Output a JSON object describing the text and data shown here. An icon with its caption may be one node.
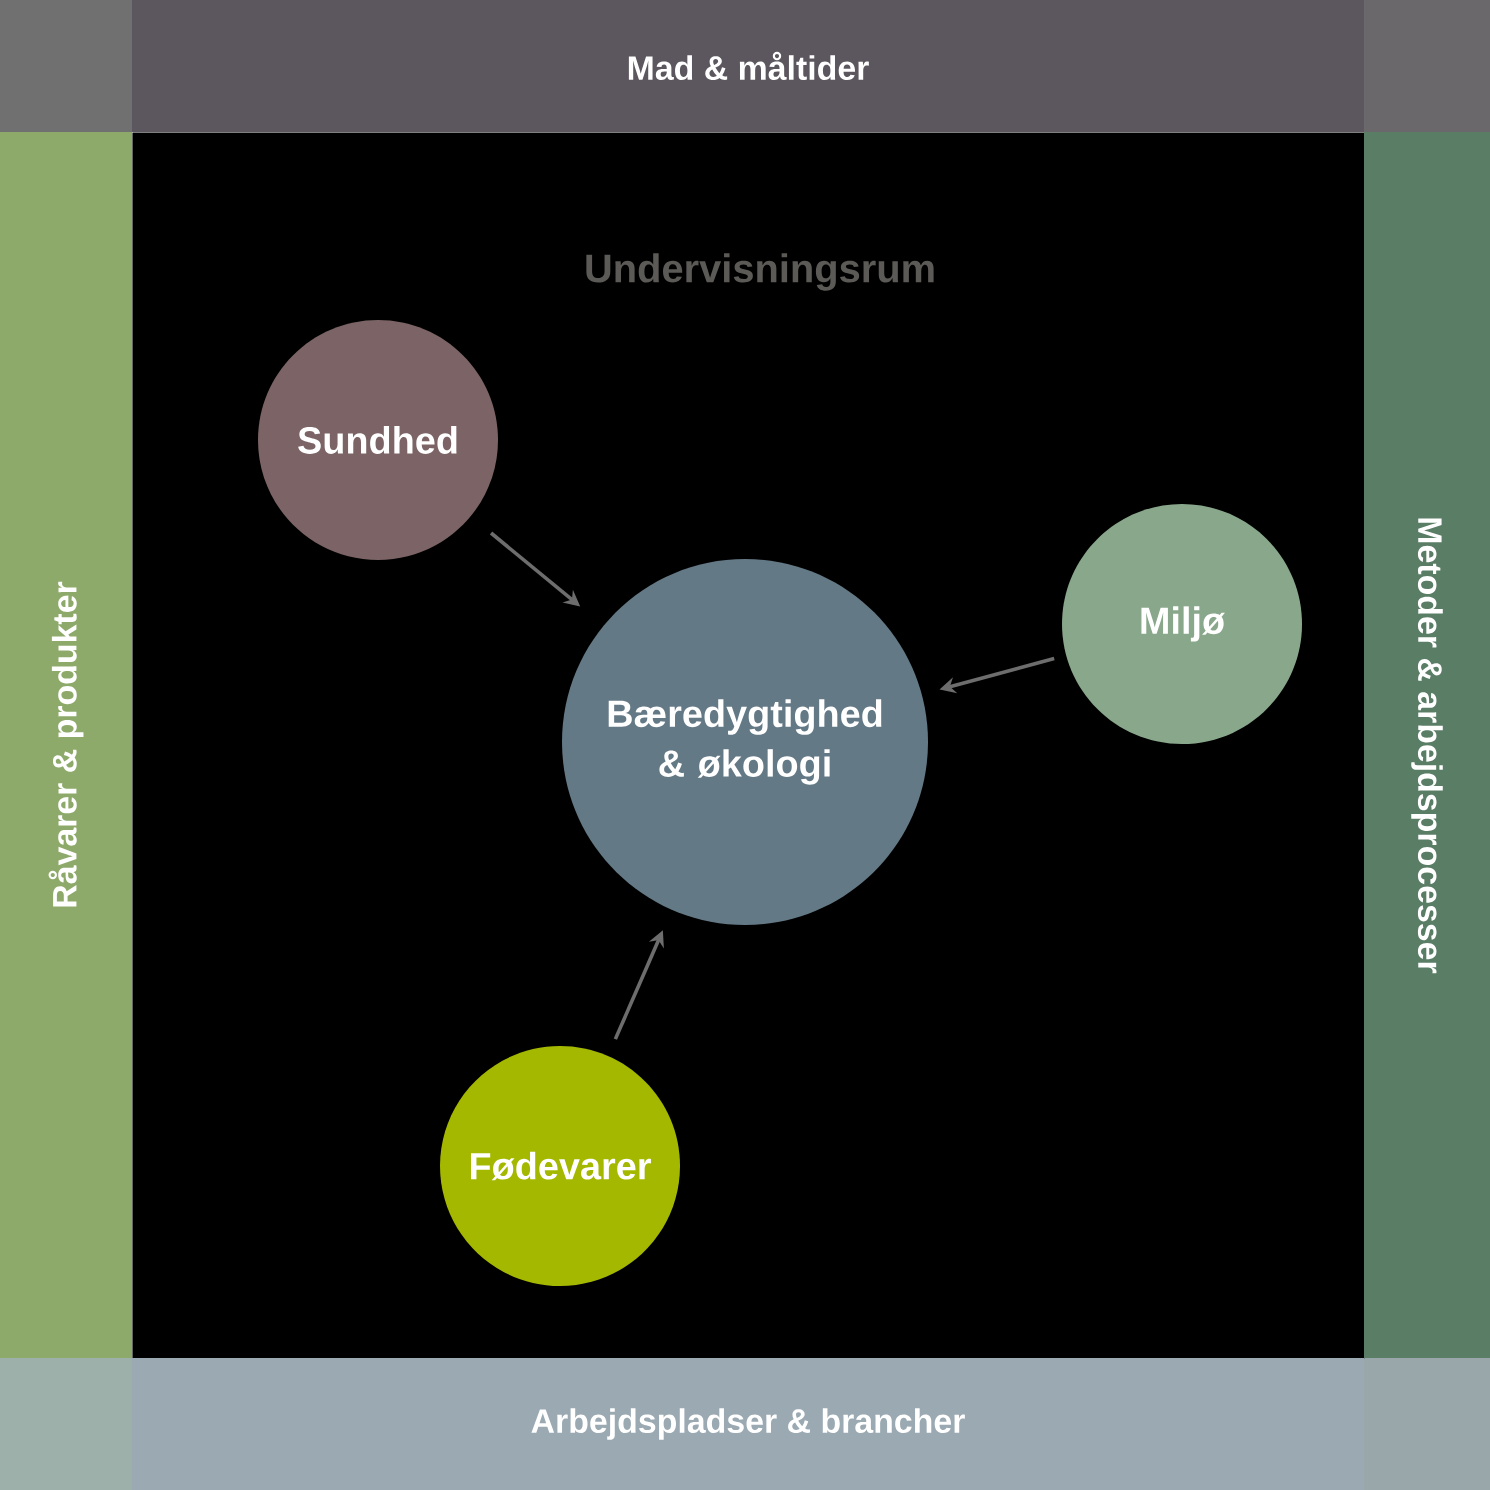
{
  "diagram": {
    "nodes": [
      {
        "text": [
          "Mad & måltider"
        ]
      },
      {
        "text": [
          "Råvarer & produkter"
        ]
      },
      {
        "text": [
          "Undervisningsrum"
        ]
      },
      {
        "text": [
          "Sundhed"
        ],
        "in": 2
      },
      {
        "text": [
          "Bæredygtighed & økologi"
        ],
        "in": 2
      },
      {
        "text": [
          "Miljø"
        ],
        "in": 2
      },
      {
        "text": [
          "Fødevarer"
        ],
        "in": 2
      },
      {
        "text": [
          "Metoder & arbejdsprocesser"
        ]
      },
      {
        "text": [
          "Arbejdspladser & brancher"
        ]
      }
    ],
    "edges": [
      {
        "from": 3,
        "to": 4,
        "arrow": "to"
      },
      {
        "from": 5,
        "to": 4,
        "arrow": "to"
      },
      {
        "from": 6,
        "to": 4,
        "arrow": "to"
      }
    ]
  }
}
